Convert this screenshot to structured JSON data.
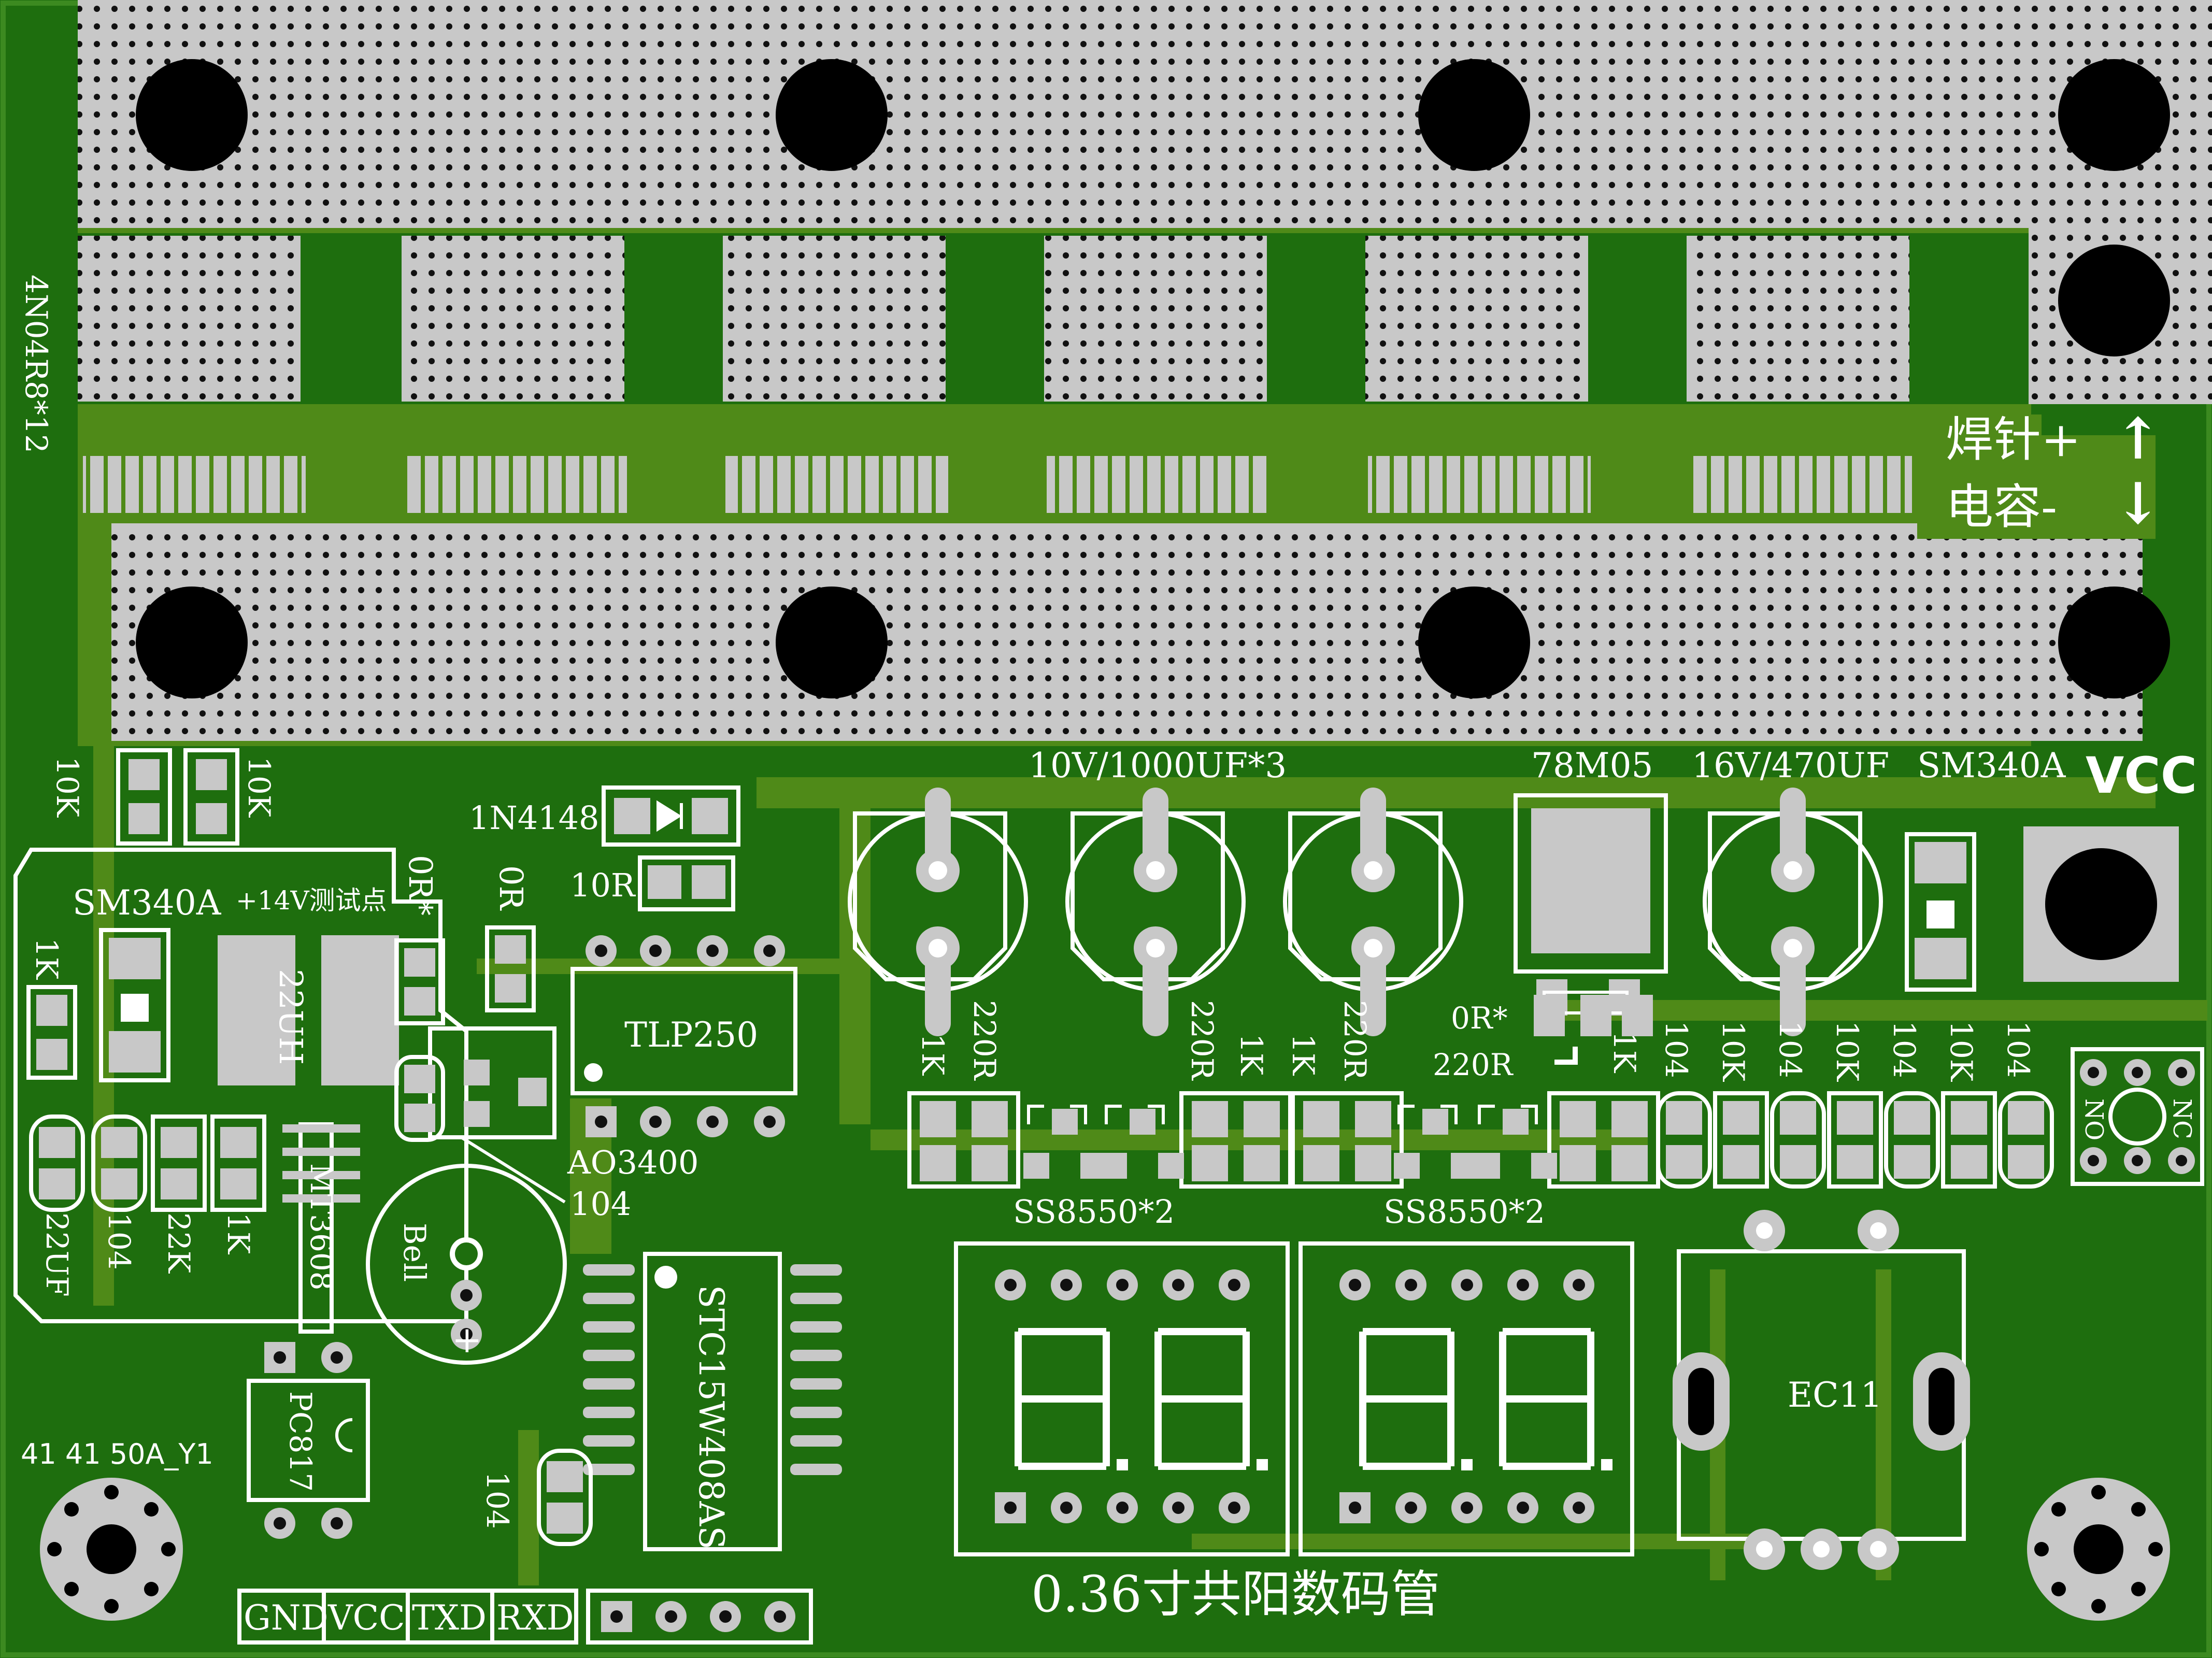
{
  "board": {
    "model_id": "41 41 50A_Y1",
    "vertical_mark": "4N04R8*12"
  },
  "colors": {
    "background": "#1e6e0e",
    "copper": "#4f8a18",
    "pad": "#c8c8c8",
    "silk": "#ffffff",
    "hole": "#000000"
  },
  "weld_area": {
    "plus_label": "焊针+",
    "minus_label": "电容-",
    "up_arrow": "↑",
    "down_arrow": "↓"
  },
  "top_labels": {
    "caps_main": "10V/1000UF*3",
    "regulator": "78M05",
    "cap_small": "16V/470UF",
    "diode_right": "SM340A",
    "vcc": "VCC"
  },
  "left_labels": {
    "r_10k_left": "10K",
    "r_10k_right": "10K",
    "diode_1n4148": "1N4148",
    "r_10r": "10R",
    "diode_sm340a": "SM340A",
    "test_point": "+14V测试点",
    "r_0r_star": "0R*",
    "r_0r": "0R",
    "r_1k_left": "1K",
    "inductor": "22UH",
    "optocoupler": "TLP250",
    "mosfet": "AO3400",
    "cap_104_mid": "104",
    "bell": "Bell",
    "bell_plus": "+",
    "boost_ic": "MT3608",
    "c_22uf": "22UF",
    "c_104_a": "104",
    "r_22k": "22K",
    "r_1k_b": "1K",
    "pc817": "PC817",
    "cap_104_lower": "104",
    "mcu": "STC15W408AS"
  },
  "mid_labels": {
    "r_1k_1": "1K",
    "r_220r_1": "220R",
    "r_220r_2": "220R",
    "r_1k_2": "1K",
    "r_1k_3": "1K",
    "r_220r_3": "220R",
    "r_0r_star": "0R*",
    "r_220r_4": "220R",
    "r_1k_4": "1K",
    "transistors_1": "SS8550*2",
    "transistors_2": "SS8550*2"
  },
  "right_vertical_labels": [
    "104",
    "10K",
    "104",
    "10K",
    "104",
    "10K",
    "104"
  ],
  "relay_labels": {
    "no": "NO",
    "nc": "NC"
  },
  "encoder_label": "EC11",
  "display_caption": "0.36寸共阳数码管",
  "display_digits": [
    "8.8.",
    "8.8."
  ],
  "header_labels": [
    "GND",
    "VCC",
    "TXD",
    "RXD"
  ]
}
